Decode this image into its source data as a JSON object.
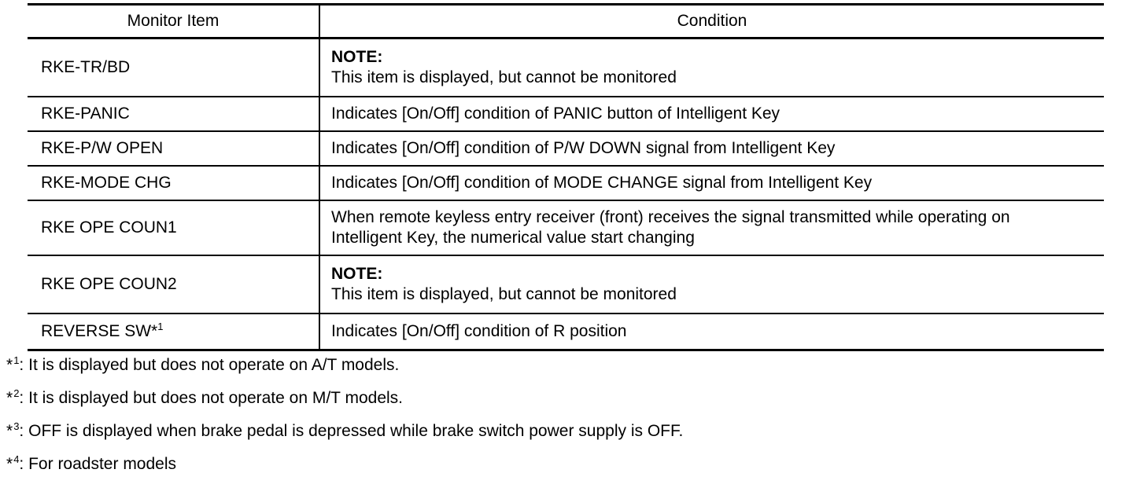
{
  "table": {
    "headers": {
      "item": "Monitor Item",
      "condition": "Condition"
    },
    "rows": [
      {
        "item": "RKE-TR/BD",
        "note_label": "NOTE:",
        "condition": "This item is displayed, but cannot be monitored"
      },
      {
        "item": "RKE-PANIC",
        "condition": "Indicates [On/Off] condition of PANIC button of Intelligent Key"
      },
      {
        "item": "RKE-P/W OPEN",
        "condition": "Indicates [On/Off] condition of P/W DOWN signal from Intelligent Key"
      },
      {
        "item": "RKE-MODE CHG",
        "condition": "Indicates [On/Off] condition of MODE CHANGE signal from Intelligent Key"
      },
      {
        "item": "RKE OPE COUN1",
        "condition": "When remote keyless entry receiver (front) receives the signal transmitted while operating on Intelligent Key, the numerical value start changing"
      },
      {
        "item": "RKE OPE COUN2",
        "note_label": "NOTE:",
        "condition": "This item is displayed, but cannot be monitored"
      },
      {
        "item": "REVERSE SW*",
        "item_sup": "1",
        "condition": "Indicates [On/Off] condition of R position"
      }
    ],
    "footnotes": [
      {
        "star": "*",
        "num": "1",
        "colon": ":",
        "text": "It is displayed but does not operate on A/T models."
      },
      {
        "star": "*",
        "num": "2",
        "colon": ":",
        "text": "It is displayed but does not operate on M/T models."
      },
      {
        "star": "*",
        "num": "3",
        "colon": ":",
        "text": "OFF is displayed when brake pedal is depressed while brake switch power supply is OFF."
      },
      {
        "star": "*",
        "num": "4",
        "colon": ":",
        "text": "For roadster models"
      }
    ]
  },
  "colors": {
    "background": "#ffffff",
    "text": "#000000",
    "border": "#000000"
  }
}
